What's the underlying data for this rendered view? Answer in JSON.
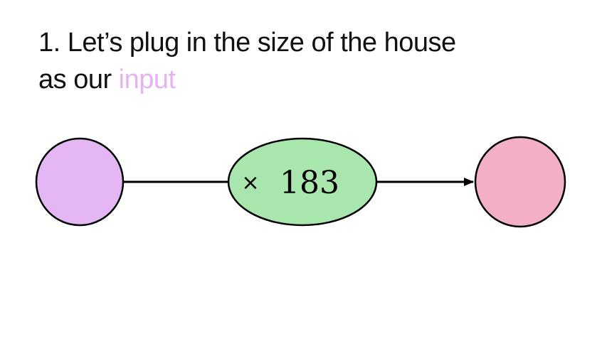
{
  "caption": {
    "line1": "1. Let’s plug in the size of the house",
    "line2_prefix": "as our ",
    "line2_highlight": "input"
  },
  "diagram": {
    "input_node": {
      "color": "#e5b6f4"
    },
    "operation_node": {
      "color": "#a8e6ae",
      "symbol": "×",
      "value": "183"
    },
    "output_node": {
      "color": "#f2afc6"
    },
    "edge_color": "#000000",
    "highlight_color": "#e5b3f1"
  }
}
